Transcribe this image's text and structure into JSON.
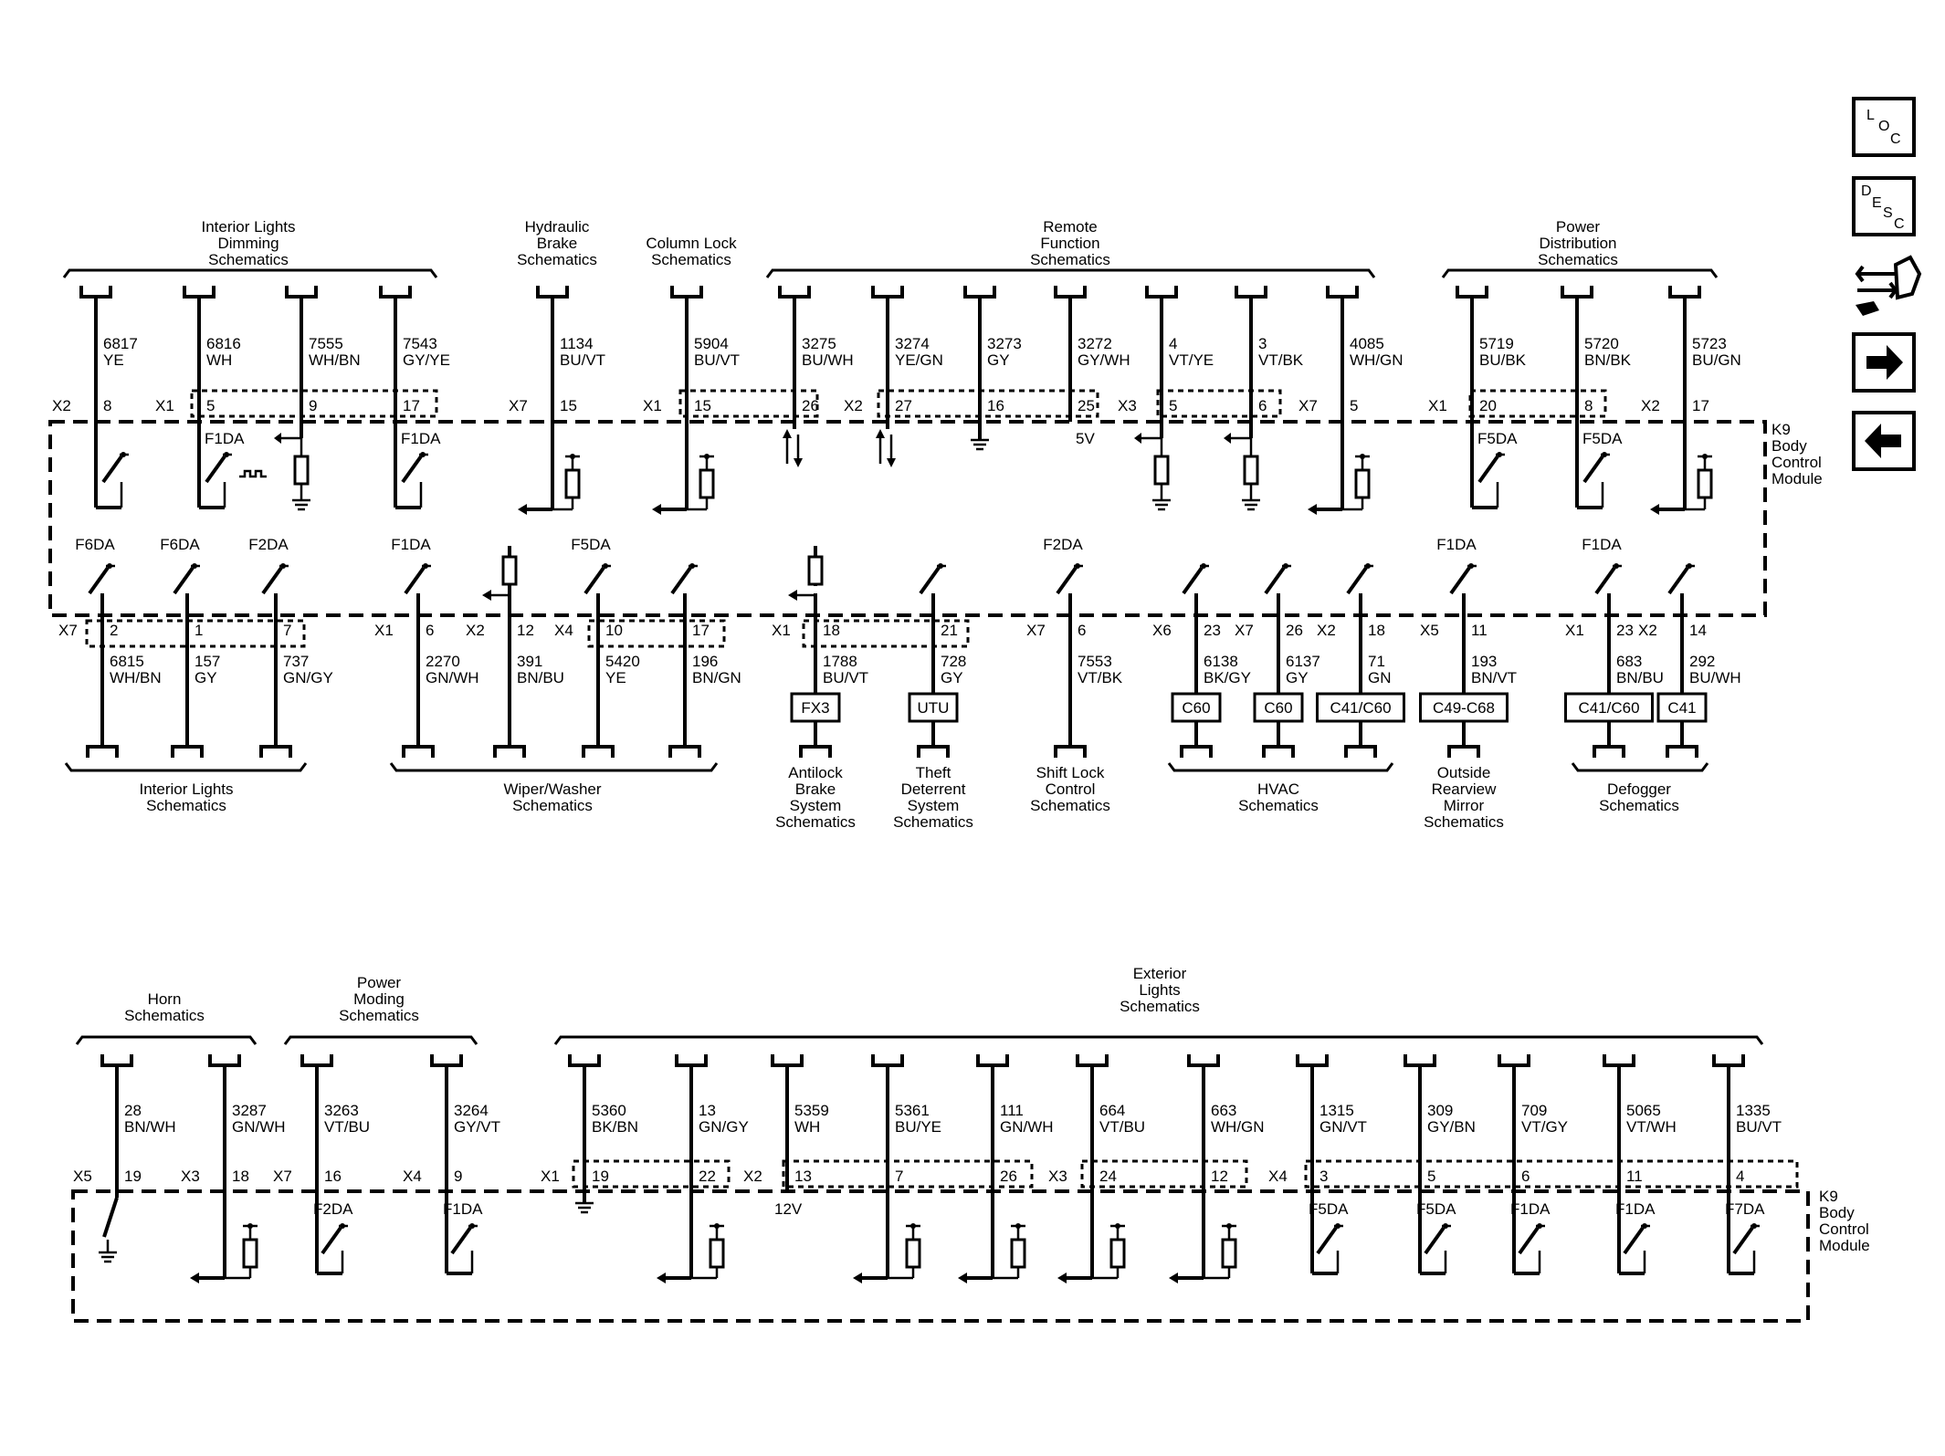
{
  "module": {
    "ref": "K9",
    "name_lines": [
      "Body",
      "Control",
      "Module"
    ]
  },
  "nav": {
    "loc": [
      "L",
      "O",
      "C"
    ],
    "desc": [
      "D",
      "E",
      "S",
      "C"
    ]
  },
  "diagram1": {
    "top_groups": [
      {
        "lines": [
          "Interior Lights",
          "Dimming",
          "Schematics"
        ]
      },
      {
        "lines": [
          "Hydraulic",
          "Brake",
          "Schematics"
        ]
      },
      {
        "lines": [
          "Column Lock",
          "Schematics"
        ]
      },
      {
        "lines": [
          "Remote",
          "Function",
          "Schematics"
        ]
      },
      {
        "lines": [
          "Power",
          "Distribution",
          "Schematics"
        ]
      }
    ],
    "top_pins": [
      {
        "circuit": "6817",
        "color": "YE",
        "connector": "X2",
        "pin": "8",
        "fuse": "",
        "symbol": "switch"
      },
      {
        "circuit": "6816",
        "color": "WH",
        "connector": "X1",
        "pin": "5",
        "fuse": "F1DA",
        "symbol": "pwm"
      },
      {
        "circuit": "7555",
        "color": "WH/BN",
        "connector": "",
        "pin": "9",
        "fuse": "",
        "symbol": "resistor-ground"
      },
      {
        "circuit": "7543",
        "color": "GY/YE",
        "connector": "",
        "pin": "17",
        "fuse": "F1DA",
        "symbol": "switch"
      },
      {
        "circuit": "1134",
        "color": "BU/VT",
        "connector": "X7",
        "pin": "15",
        "fuse": "",
        "symbol": "input-resistor"
      },
      {
        "circuit": "5904",
        "color": "BU/VT",
        "connector": "X1",
        "pin": "15",
        "fuse": "",
        "symbol": "input-resistor"
      },
      {
        "circuit": "3275",
        "color": "BU/WH",
        "connector": "",
        "pin": "26",
        "fuse": "",
        "symbol": "bidirectional"
      },
      {
        "circuit": "3274",
        "color": "YE/GN",
        "connector": "X2",
        "pin": "27",
        "fuse": "",
        "symbol": "bidirectional"
      },
      {
        "circuit": "3273",
        "color": "GY",
        "connector": "",
        "pin": "16",
        "fuse": "",
        "symbol": "ground"
      },
      {
        "circuit": "3272",
        "color": "GY/WH",
        "connector": "",
        "pin": "25",
        "fuse": "5V",
        "symbol": "reference"
      },
      {
        "circuit": "4",
        "color": "VT/YE",
        "connector": "X3",
        "pin": "5",
        "fuse": "",
        "symbol": "resistor-ground"
      },
      {
        "circuit": "3",
        "color": "VT/BK",
        "connector": "",
        "pin": "6",
        "fuse": "",
        "symbol": "resistor-ground"
      },
      {
        "circuit": "4085",
        "color": "WH/GN",
        "connector": "X7",
        "pin": "5",
        "fuse": "",
        "symbol": "input-resistor"
      },
      {
        "circuit": "5719",
        "color": "BU/BK",
        "connector": "X1",
        "pin": "20",
        "fuse": "F5DA",
        "symbol": "switch"
      },
      {
        "circuit": "5720",
        "color": "BN/BK",
        "connector": "",
        "pin": "8",
        "fuse": "F5DA",
        "symbol": "switch"
      },
      {
        "circuit": "5723",
        "color": "BU/GN",
        "connector": "X2",
        "pin": "17",
        "fuse": "",
        "symbol": "input-resistor"
      }
    ],
    "bottom_pins": [
      {
        "fuse": "F6DA",
        "connector": "X7",
        "pin": "2",
        "circuit": "6815",
        "color": "WH/BN",
        "dest": ""
      },
      {
        "fuse": "F6DA",
        "connector": "",
        "pin": "1",
        "circuit": "157",
        "color": "GY",
        "dest": ""
      },
      {
        "fuse": "F2DA",
        "connector": "",
        "pin": "7",
        "circuit": "737",
        "color": "GN/GY",
        "dest": ""
      },
      {
        "fuse": "F1DA",
        "connector": "X1",
        "pin": "6",
        "circuit": "2270",
        "color": "GN/WH",
        "dest": ""
      },
      {
        "fuse": "",
        "connector": "X2",
        "pin": "12",
        "circuit": "391",
        "color": "BN/BU",
        "dest": ""
      },
      {
        "fuse": "F5DA",
        "connector": "X4",
        "pin": "10",
        "circuit": "5420",
        "color": "YE",
        "dest": ""
      },
      {
        "fuse": "",
        "connector": "",
        "pin": "17",
        "circuit": "196",
        "color": "BN/GN",
        "dest": ""
      },
      {
        "fuse": "",
        "connector": "X1",
        "pin": "18",
        "circuit": "1788",
        "color": "BU/VT",
        "dest": "FX3"
      },
      {
        "fuse": "",
        "connector": "",
        "pin": "21",
        "circuit": "728",
        "color": "GY",
        "dest": "UTU"
      },
      {
        "fuse": "F2DA",
        "connector": "X7",
        "pin": "6",
        "circuit": "7553",
        "color": "VT/BK",
        "dest": ""
      },
      {
        "fuse": "",
        "connector": "X6",
        "pin": "23",
        "circuit": "6138",
        "color": "BK/GY",
        "dest": "C60"
      },
      {
        "fuse": "",
        "connector": "X7",
        "pin": "26",
        "circuit": "6137",
        "color": "GY",
        "dest": "C60"
      },
      {
        "fuse": "",
        "connector": "X2",
        "pin": "18",
        "circuit": "71",
        "color": "GN",
        "dest": "C41/C60"
      },
      {
        "fuse": "F1DA",
        "connector": "X5",
        "pin": "11",
        "circuit": "193",
        "color": "BN/VT",
        "dest": "C49-C68"
      },
      {
        "fuse": "F1DA",
        "connector": "X1",
        "pin": "23",
        "circuit": "683",
        "color": "BN/BU",
        "dest": "C41/C60"
      },
      {
        "fuse": "",
        "connector": "X2",
        "pin": "14",
        "circuit": "292",
        "color": "BU/WH",
        "dest": "C41"
      }
    ],
    "bottom_groups": [
      {
        "lines": [
          "Interior Lights",
          "Schematics"
        ]
      },
      {
        "lines": [
          "Wiper/Washer",
          "Schematics"
        ]
      },
      {
        "lines": [
          "Antilock",
          "Brake",
          "System",
          "Schematics"
        ]
      },
      {
        "lines": [
          "Theft",
          "Deterrent",
          "System",
          "Schematics"
        ]
      },
      {
        "lines": [
          "Shift Lock",
          "Control",
          "Schematics"
        ]
      },
      {
        "lines": [
          "HVAC",
          "Schematics"
        ]
      },
      {
        "lines": [
          "Outside",
          "Rearview",
          "Mirror",
          "Schematics"
        ]
      },
      {
        "lines": [
          "Defogger",
          "Schematics"
        ]
      }
    ]
  },
  "diagram2": {
    "groups": [
      {
        "lines": [
          "Horn",
          "Schematics"
        ]
      },
      {
        "lines": [
          "Power",
          "Moding",
          "Schematics"
        ]
      },
      {
        "lines": [
          "Exterior",
          "Lights",
          "Schematics"
        ]
      }
    ],
    "pins": [
      {
        "circuit": "28",
        "color": "BN/WH",
        "connector": "X5",
        "pin": "19",
        "fuse": "",
        "symbol": "switch-ground"
      },
      {
        "circuit": "3287",
        "color": "GN/WH",
        "connector": "X3",
        "pin": "18",
        "fuse": "",
        "symbol": "input-resistor"
      },
      {
        "circuit": "3263",
        "color": "VT/BU",
        "connector": "X7",
        "pin": "16",
        "fuse": "F2DA",
        "symbol": "switch"
      },
      {
        "circuit": "3264",
        "color": "GY/VT",
        "connector": "X4",
        "pin": "9",
        "fuse": "F1DA",
        "symbol": "switch"
      },
      {
        "circuit": "5360",
        "color": "BK/BN",
        "connector": "X1",
        "pin": "19",
        "fuse": "",
        "symbol": "ground"
      },
      {
        "circuit": "13",
        "color": "GN/GY",
        "connector": "",
        "pin": "22",
        "fuse": "",
        "symbol": "input-resistor"
      },
      {
        "circuit": "5359",
        "color": "WH",
        "connector": "X2",
        "pin": "13",
        "fuse": "12V",
        "symbol": "reference"
      },
      {
        "circuit": "5361",
        "color": "BU/YE",
        "connector": "",
        "pin": "7",
        "fuse": "",
        "symbol": "input-resistor"
      },
      {
        "circuit": "111",
        "color": "GN/WH",
        "connector": "",
        "pin": "26",
        "fuse": "",
        "symbol": "input-resistor"
      },
      {
        "circuit": "664",
        "color": "VT/BU",
        "connector": "X3",
        "pin": "24",
        "fuse": "",
        "symbol": "input-resistor"
      },
      {
        "circuit": "663",
        "color": "WH/GN",
        "connector": "",
        "pin": "12",
        "fuse": "",
        "symbol": "input-resistor"
      },
      {
        "circuit": "1315",
        "color": "GN/VT",
        "connector": "X4",
        "pin": "3",
        "fuse": "F5DA",
        "symbol": "switch"
      },
      {
        "circuit": "309",
        "color": "GY/BN",
        "connector": "",
        "pin": "5",
        "fuse": "F5DA",
        "symbol": "switch"
      },
      {
        "circuit": "709",
        "color": "VT/GY",
        "connector": "",
        "pin": "6",
        "fuse": "F1DA",
        "symbol": "switch"
      },
      {
        "circuit": "5065",
        "color": "VT/WH",
        "connector": "",
        "pin": "11",
        "fuse": "F1DA",
        "symbol": "switch"
      },
      {
        "circuit": "1335",
        "color": "BU/VT",
        "connector": "",
        "pin": "4",
        "fuse": "F7DA",
        "symbol": "switch"
      }
    ]
  }
}
